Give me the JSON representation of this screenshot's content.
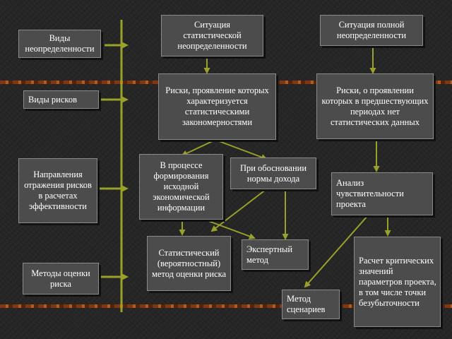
{
  "colors": {
    "background": "#262626",
    "box_fill": "#4c4c4c",
    "connector": "#9aa12a",
    "band": "#b0501a"
  },
  "left_column": {
    "types_uncertainty": "Виды неопределенности",
    "types_risks": "Виды рисков",
    "directions": "Направления отражения рисков в расчетах эффективности",
    "methods": "Методы оценки риска"
  },
  "statistical_branch": {
    "situation": "Ситуация статистической неопределенности",
    "risks": "Риски, проявление которых характеризуется статистическими закономерностями",
    "info_process": "В процессе формирования исходной экономической информации",
    "discount_rate": "При обосновании нормы дохода",
    "stat_method": "Статистический (вероятностный) метод оценки риска",
    "expert_method": "Экспертный метод"
  },
  "full_branch": {
    "situation": "Ситуация полной неопределенности",
    "risks": "Риски, о проявлении которых в предшествующих периодах нет статистических данных",
    "sensitivity": "Анализ чувствительности проекта",
    "critical_values": "Расчет критических значений параметров проекта, в том числе точки безубыточности",
    "scenarios": "Метод сценариев"
  }
}
